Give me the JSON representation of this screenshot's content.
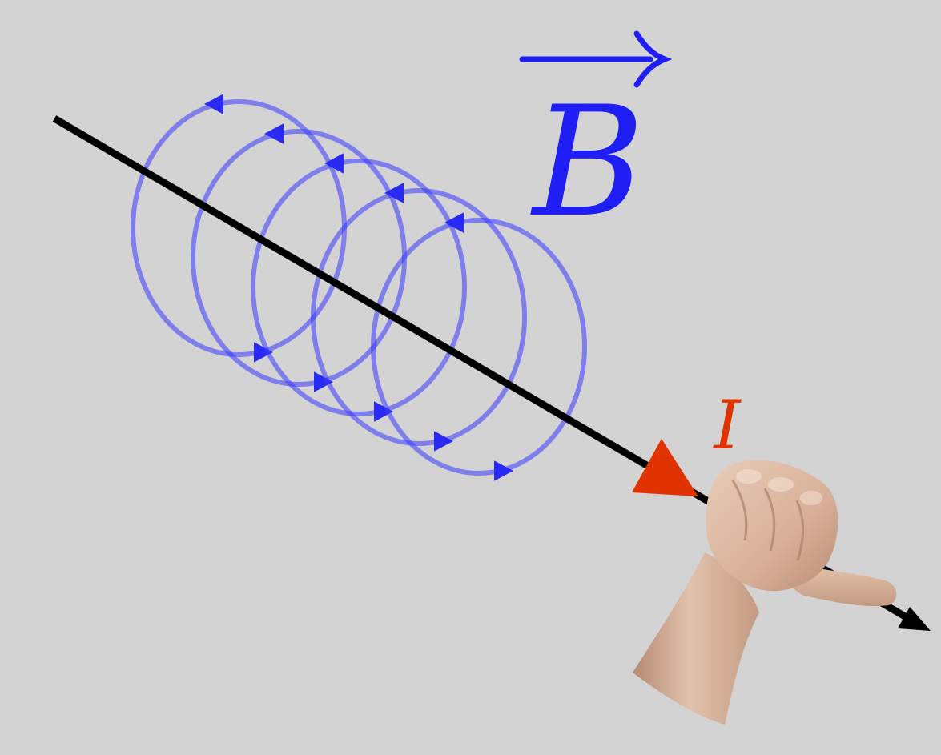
{
  "labels": {
    "field": "B",
    "current": "I"
  },
  "colors": {
    "background": "#d3d3d3",
    "field_line": "#3b3bff",
    "field_line_opacity": 0.55,
    "field_arrow": "#2a2af5",
    "field_label": "#1f1ff5",
    "current_arrow": "#e13300",
    "current_label": "#e13300",
    "wire": "#000000",
    "skin_light": "#e8c9b3",
    "skin_mid": "#cfa58b",
    "skin_dark": "#a8806a"
  },
  "icons": {
    "field_vector_arrow": "right-arrow-over-letter",
    "hand": "right-hand-grip"
  },
  "field_loops": {
    "count": 5,
    "direction": "counterclockwise-as-viewed-from-upper-left"
  }
}
